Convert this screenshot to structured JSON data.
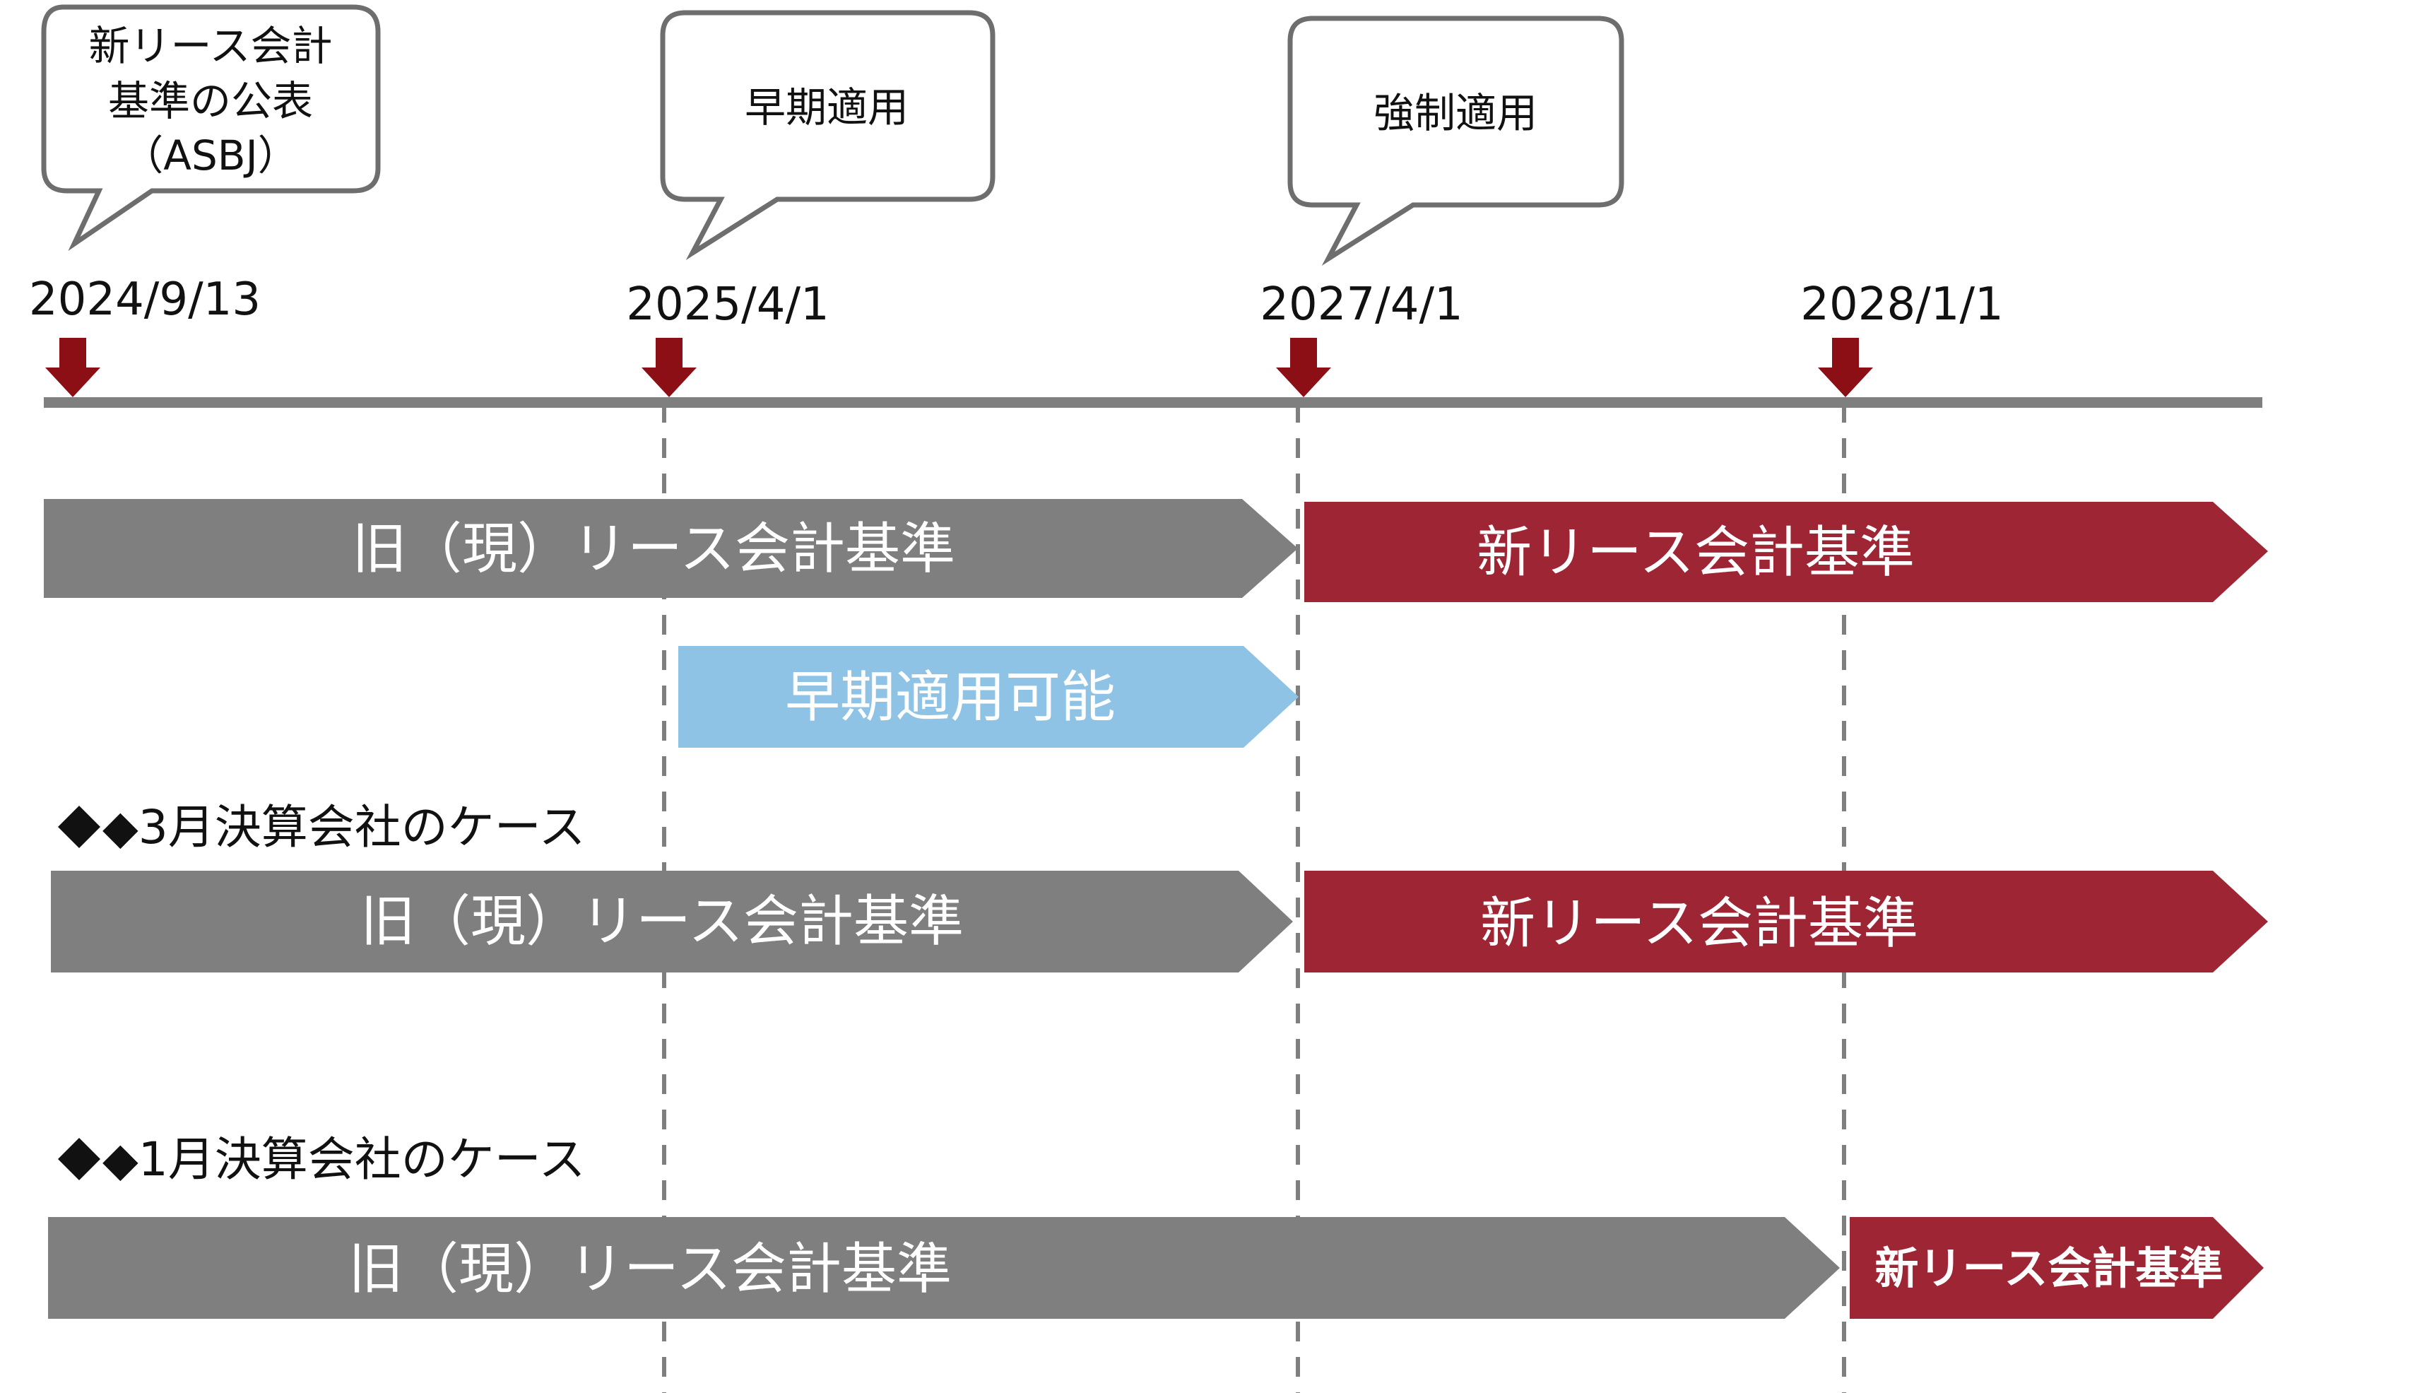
{
  "callouts": [
    {
      "lines": [
        "新リース会計",
        "基準の公表",
        "（ASBJ）"
      ]
    },
    {
      "lines": [
        "早期適用"
      ]
    },
    {
      "lines": [
        "強制適用"
      ]
    }
  ],
  "dates": [
    "2024/9/13",
    "2025/4/1",
    "2027/4/1",
    "2028/1/1"
  ],
  "rows": {
    "top": {
      "old_label": "旧（現）リース会計基準",
      "new_label": "新リース会計基準"
    },
    "early": {
      "label": "早期適用可能"
    },
    "march": {
      "heading": "◆3月決算会社のケース",
      "old_label": "旧（現）リース会計基準",
      "new_label": "新リース会計基準"
    },
    "january": {
      "heading": "◆1月決算会社のケース",
      "old_label": "旧（現）リース会計基準",
      "new_label": "新リース会計基準"
    }
  },
  "colors": {
    "old_standard": "#7f7f7f",
    "new_standard": "#9e2634",
    "early_adoption": "#8ec3e6",
    "timeline": "#7f7f7f",
    "marker": "#8b0f14",
    "dashed_line": "#7f7f7f"
  },
  "icons": {
    "marker": "down-arrow-icon",
    "bullet": "diamond-icon"
  }
}
